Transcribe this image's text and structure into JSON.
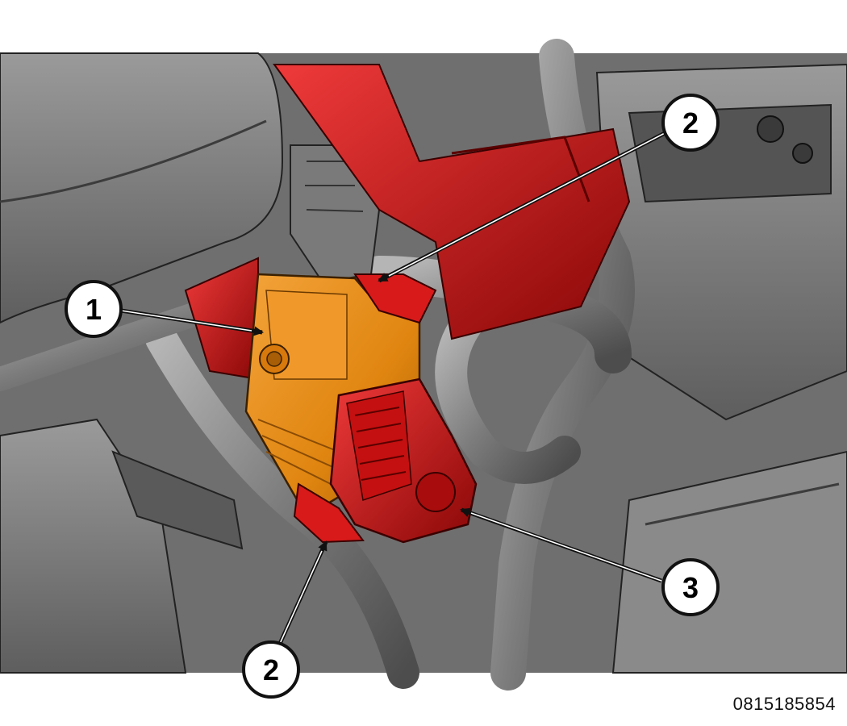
{
  "figure": {
    "code": "0815185854",
    "colors": {
      "background": "#ffffff",
      "scene": "#6f6f6f",
      "scene_dark": "#4a4a4a",
      "scene_light": "#a7a7a7",
      "module": "#e38a12",
      "module_dark": "#b86a08",
      "bracket": "#d31414",
      "bracket_dark": "#8e0a0a",
      "outline": "#1a1a1a",
      "callout_fill": "#ffffff"
    },
    "callouts": [
      {
        "id": "callout-1",
        "label": "1",
        "points_to": "module"
      },
      {
        "id": "callout-2-top",
        "label": "2",
        "points_to": "bracket-top"
      },
      {
        "id": "callout-3",
        "label": "3",
        "points_to": "connector-bracket"
      },
      {
        "id": "callout-2-bottom",
        "label": "2",
        "points_to": "bracket-bottom"
      }
    ]
  }
}
